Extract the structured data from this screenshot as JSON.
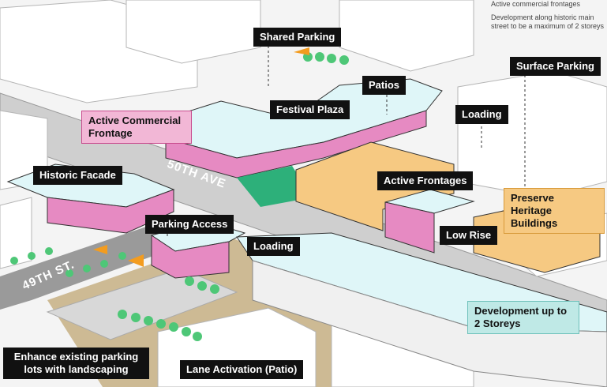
{
  "legend": {
    "item1": "Active commercial frontages",
    "item2": "Development along historic main street to be a maximum of 2 storeys"
  },
  "streets": {
    "ave": "50TH AVE",
    "st": "49TH ST."
  },
  "labels": {
    "shared_parking": "Shared Parking",
    "patios": "Patios",
    "surface_parking": "Surface Parking",
    "festival_plaza": "Festival Plaza",
    "active_commercial_frontage": "Active Commercial Frontage",
    "loading_top": "Loading",
    "historic_facade": "Historic Facade",
    "active_frontages": "Active Frontages",
    "preserve_heritage": "Preserve Heritage Buildings",
    "parking_access": "Parking Access",
    "loading_mid": "Loading",
    "low_rise": "Low Rise",
    "development_2_storeys": "Development up to 2 Storeys",
    "enhance_parking": "Enhance existing parking lots with landscaping",
    "lane_activation": "Lane Activation (Patio)"
  },
  "colors": {
    "active_frontage": "#e68ac2",
    "heritage": "#f6c982",
    "roof": "#dff6f8",
    "plaza": "#2db07a",
    "lane": "#c9b48a",
    "road": "#cfcfcf",
    "context_building": "#ffffff"
  }
}
